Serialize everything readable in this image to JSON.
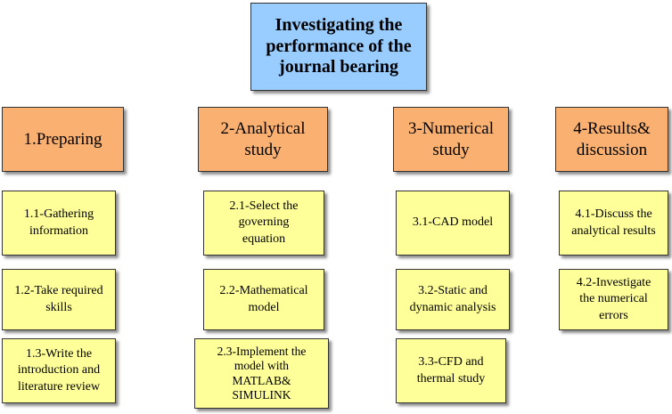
{
  "root": {
    "label": "Investigating the\nperformance of the\njournal bearing"
  },
  "columns": [
    {
      "title": "1.Preparing",
      "items": [
        "1.1-Gathering\ninformation",
        "1.2-Take required\nskills",
        "1.3-Write the\nintroduction and\nliterature review"
      ]
    },
    {
      "title": "2-Analytical\nstudy",
      "items": [
        "2.1-Select the\ngoverning\nequation",
        "2.2-Mathematical\nmodel",
        "2.3-Implement the\nmodel with\nMATLAB&\nSIMULINK"
      ]
    },
    {
      "title": "3-Numerical\nstudy",
      "items": [
        "3.1-CAD model",
        "3.2-Static and\ndynamic analysis",
        "3.3-CFD and\nthermal study"
      ]
    },
    {
      "title": "4-Results&\ndiscussion",
      "items": [
        "4.1-Discuss the\nanalytical results",
        "4.2-Investigate\nthe numerical\nerrors"
      ]
    }
  ],
  "colors": {
    "root_fill": "#99ccff",
    "main_fill": "#fab070",
    "sub_fill": "#ffff99",
    "border": "#333333"
  }
}
